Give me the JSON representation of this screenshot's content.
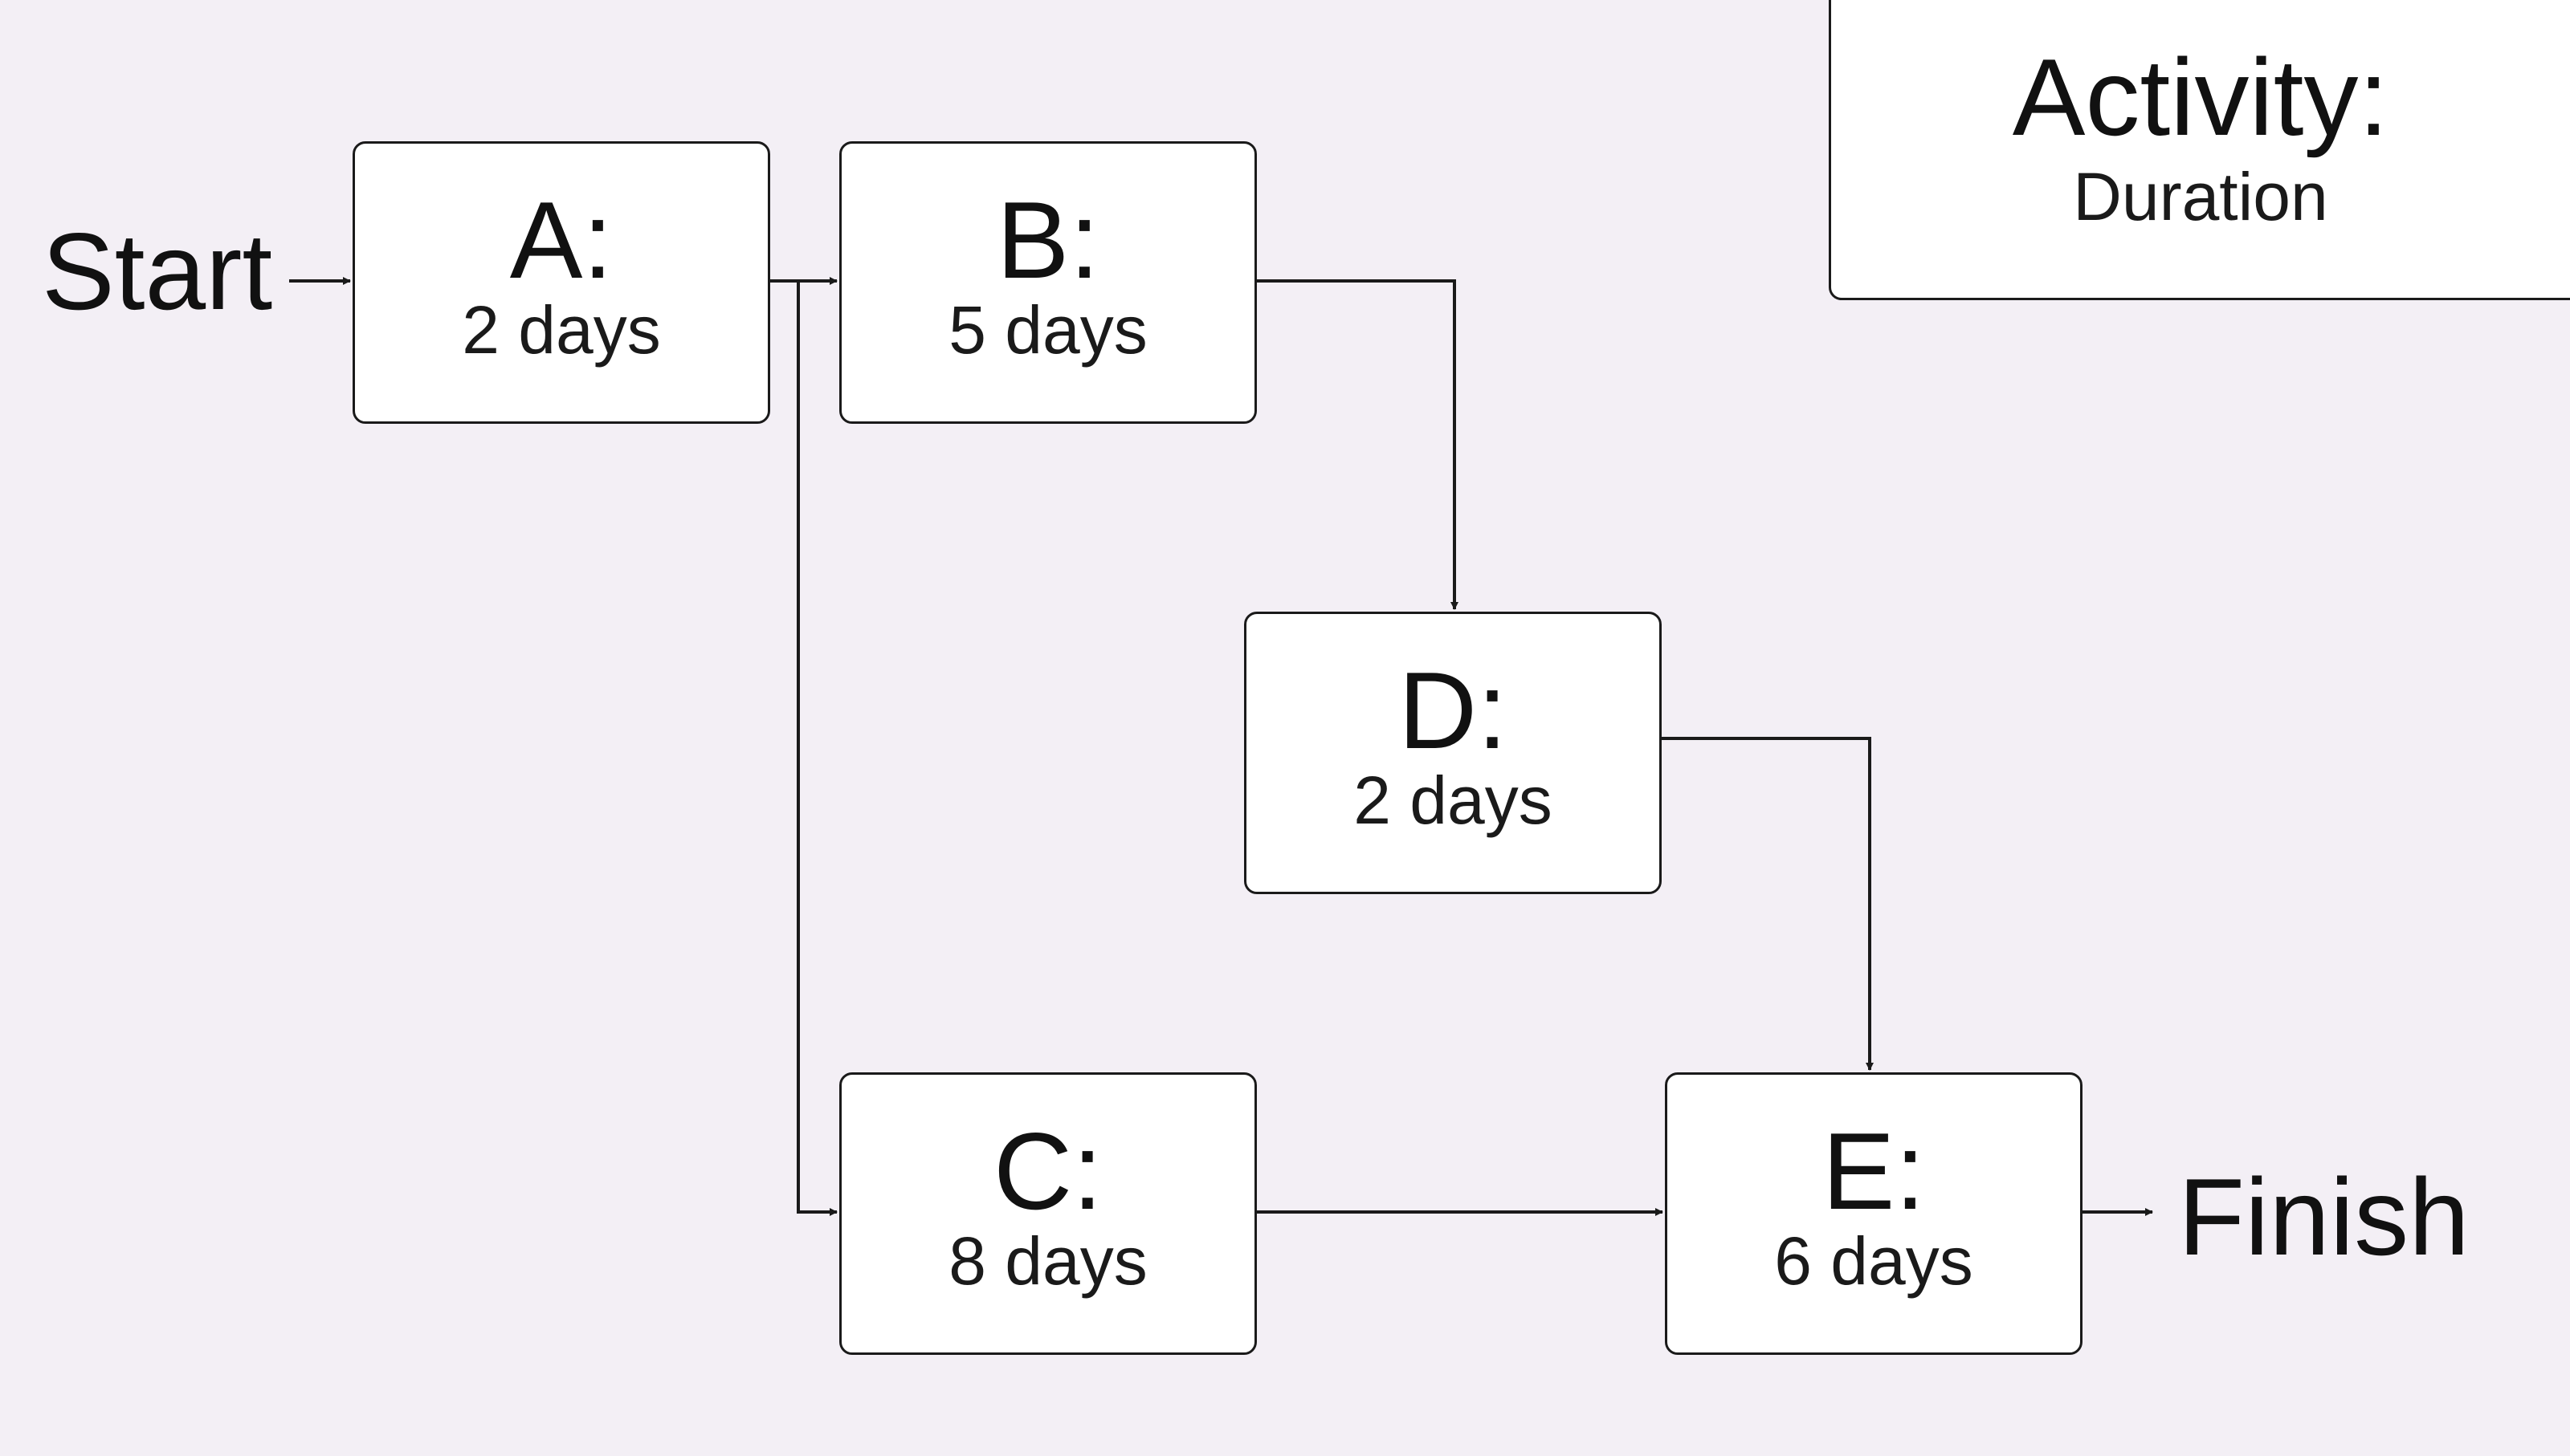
{
  "legend": {
    "title": "Activity:",
    "subtitle": "Duration"
  },
  "terminals": {
    "start": "Start",
    "finish": "Finish"
  },
  "activities": [
    {
      "id": "A",
      "title": "A:",
      "duration": "2 days"
    },
    {
      "id": "B",
      "title": "B:",
      "duration": "5 days"
    },
    {
      "id": "C",
      "title": "C:",
      "duration": "8 days"
    },
    {
      "id": "D",
      "title": "D:",
      "duration": "2 days"
    },
    {
      "id": "E",
      "title": "E:",
      "duration": "6 days"
    }
  ],
  "dependencies": [
    {
      "from": "Start",
      "to": "A"
    },
    {
      "from": "A",
      "to": "B"
    },
    {
      "from": "A",
      "to": "C"
    },
    {
      "from": "B",
      "to": "D"
    },
    {
      "from": "D",
      "to": "E"
    },
    {
      "from": "C",
      "to": "E"
    },
    {
      "from": "E",
      "to": "Finish"
    }
  ],
  "colors": {
    "background": "#f3eff5",
    "box_fill": "#ffffff",
    "stroke": "#1a1a1a"
  }
}
